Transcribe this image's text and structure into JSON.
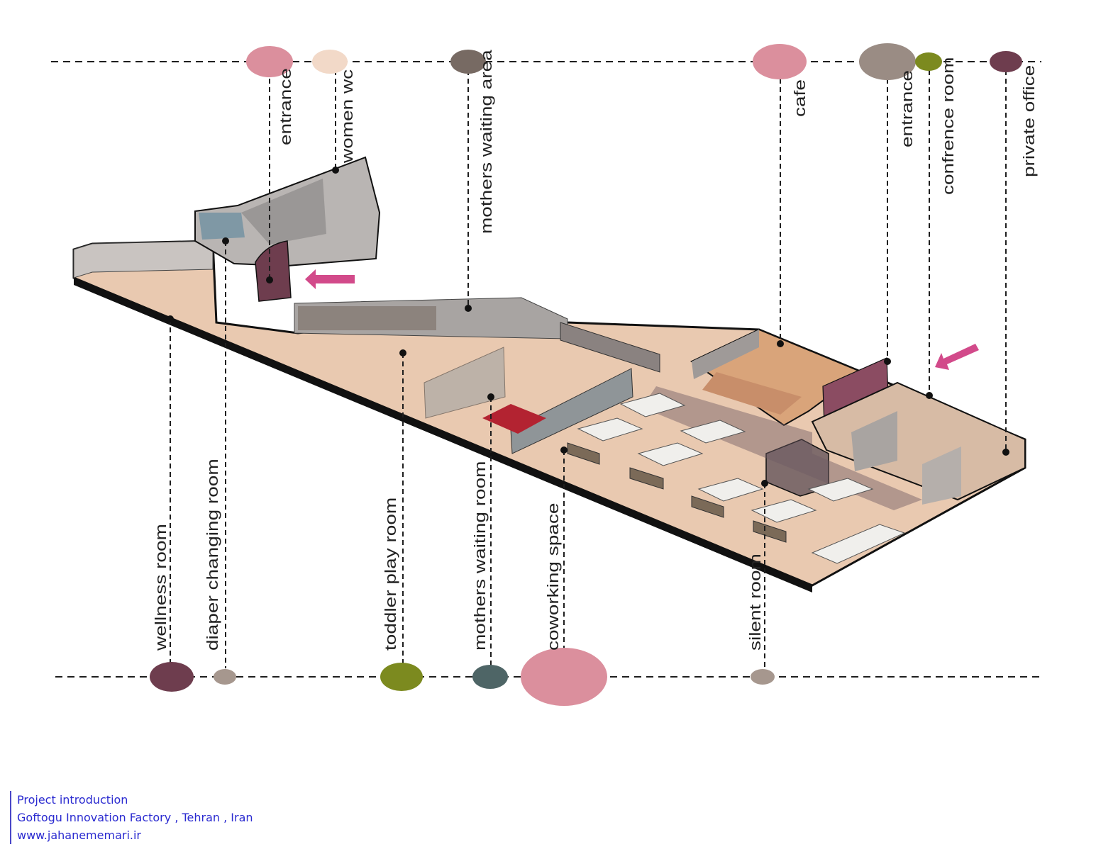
{
  "colors": {
    "pink": "#db8f9d",
    "peach": "#f2d9c8",
    "taupe": "#776a63",
    "mauve": "#9a8c84",
    "olive": "#7c8a1f",
    "plum": "#6e3d4e",
    "slate": "#4e6566",
    "stone": "#a6978e",
    "floor": "#e9c9b0",
    "wall": "#b8b3b0",
    "line": "#1e1e1e"
  },
  "top_labels": [
    {
      "label": "entrance",
      "color": "pink"
    },
    {
      "label": "women wc",
      "color": "peach"
    },
    {
      "label": "mothers waiting area",
      "color": "taupe"
    },
    {
      "label": "cafe",
      "color": "pink"
    },
    {
      "label": "entrance",
      "color": "mauve"
    },
    {
      "label": "confrence room",
      "color": "olive"
    },
    {
      "label": "private office",
      "color": "plum"
    }
  ],
  "bottom_labels": [
    {
      "label": "wellness room",
      "color": "plum"
    },
    {
      "label": "diaper changing room",
      "color": "stone"
    },
    {
      "label": "toddler play room",
      "color": "olive"
    },
    {
      "label": "mothers waiting room",
      "color": "slate"
    },
    {
      "label": "coworking space",
      "color": "pink"
    },
    {
      "label": "silent room",
      "color": "stone"
    }
  ],
  "footer": {
    "line1": "Project introduction",
    "line2": "Goftogu Innovation Factory , Tehran , Iran",
    "line3": "www.jahanememari.ir"
  }
}
